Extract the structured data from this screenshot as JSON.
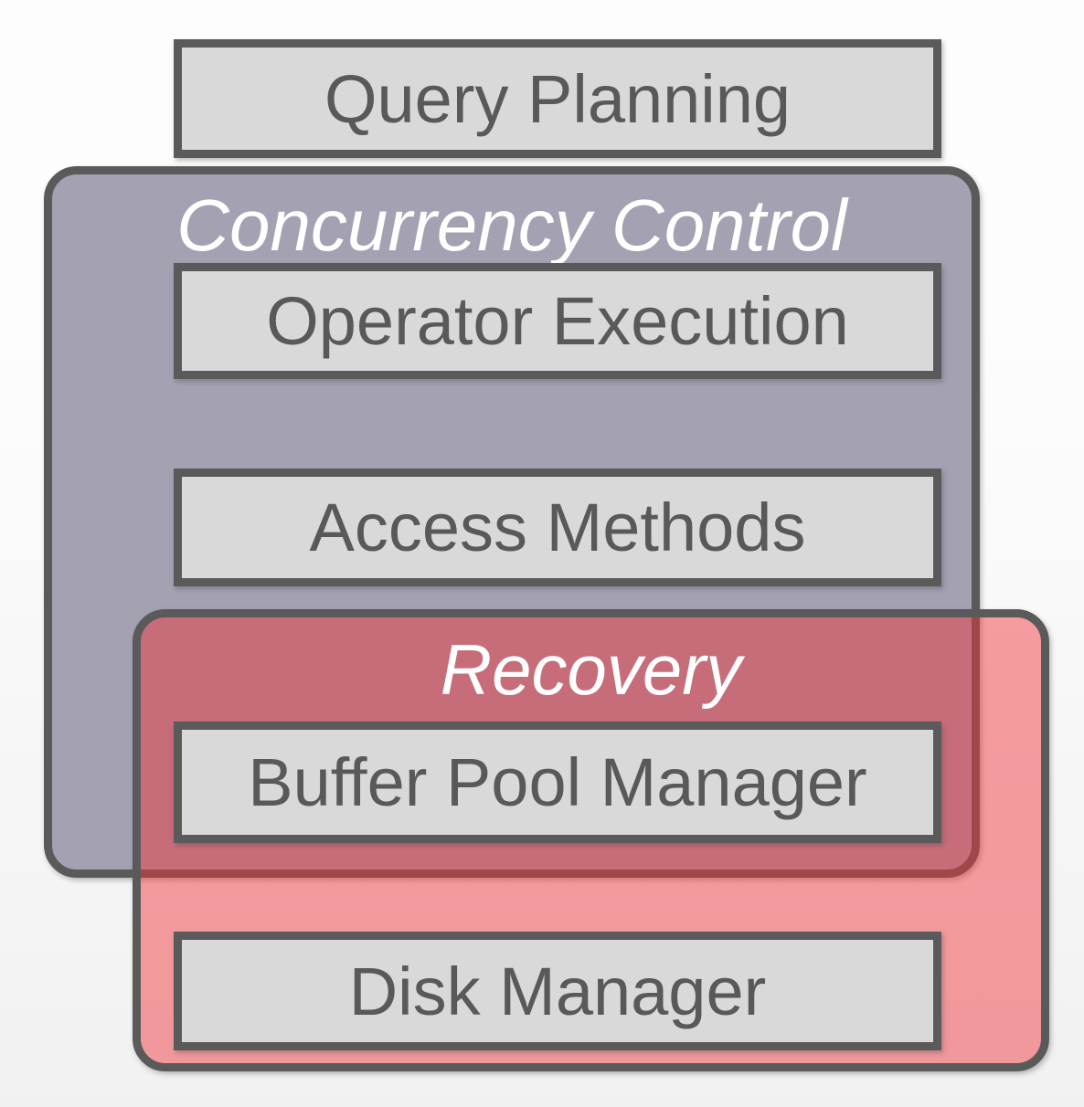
{
  "colors": {
    "outline": "#5a5a5a",
    "box_fill": "#d9d9d9",
    "box_text": "#595959",
    "concurrency_fill": "#a3a1b2",
    "recovery_fill": "#f0343a78",
    "recovery_overlap_hex": "#c76e7a",
    "recovery_light_hex": "#f29a9c",
    "region_text": "#ffffff",
    "background_top": "#fdfdfd",
    "background_bottom": "#f1f1f2"
  },
  "diagram": {
    "layers": {
      "query_planning": "Query Planning",
      "operator_execution": "Operator Execution",
      "access_methods": "Access Methods",
      "buffer_pool_manager": "Buffer Pool Manager",
      "disk_manager": "Disk Manager"
    },
    "regions": {
      "concurrency_control": "Concurrency Control",
      "recovery": "Recovery"
    }
  }
}
